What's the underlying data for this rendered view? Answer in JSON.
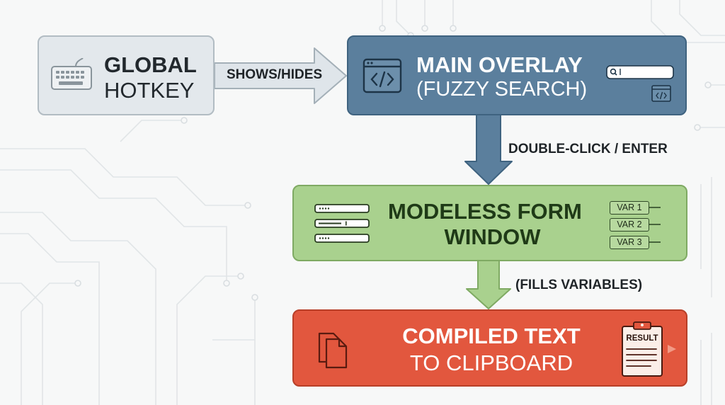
{
  "nodes": {
    "hotkey": {
      "line1": "GLOBAL",
      "line2": "HOTKEY"
    },
    "overlay": {
      "line1": "MAIN OVERLAY",
      "line2": "(FUZZY SEARCH)"
    },
    "form": {
      "line1": "MODELESS FORM",
      "line2": "WINDOW",
      "vars": [
        "VAR 1",
        "VAR 2",
        "VAR 3"
      ]
    },
    "clipboard": {
      "line1": "COMPILED TEXT",
      "line2": "TO CLIPBOARD",
      "result_label": "RESULT"
    }
  },
  "edges": {
    "shows_hides": "SHOWS/HIDES",
    "double_click": "DOUBLE-CLICK / ENTER",
    "fills_variables": "(FILLS VARIABLES)"
  },
  "icons": {
    "keyboard": "keyboard-icon",
    "code_window": "code-window-icon",
    "search": "search-icon",
    "form_fields": "form-fields-icon",
    "documents": "documents-icon",
    "clipboard": "clipboard-icon"
  },
  "colors": {
    "hotkey_fill": "#e3e8ec",
    "overlay_fill": "#5b7f9d",
    "form_fill": "#a9d18e",
    "clipboard_fill": "#e2573e"
  }
}
